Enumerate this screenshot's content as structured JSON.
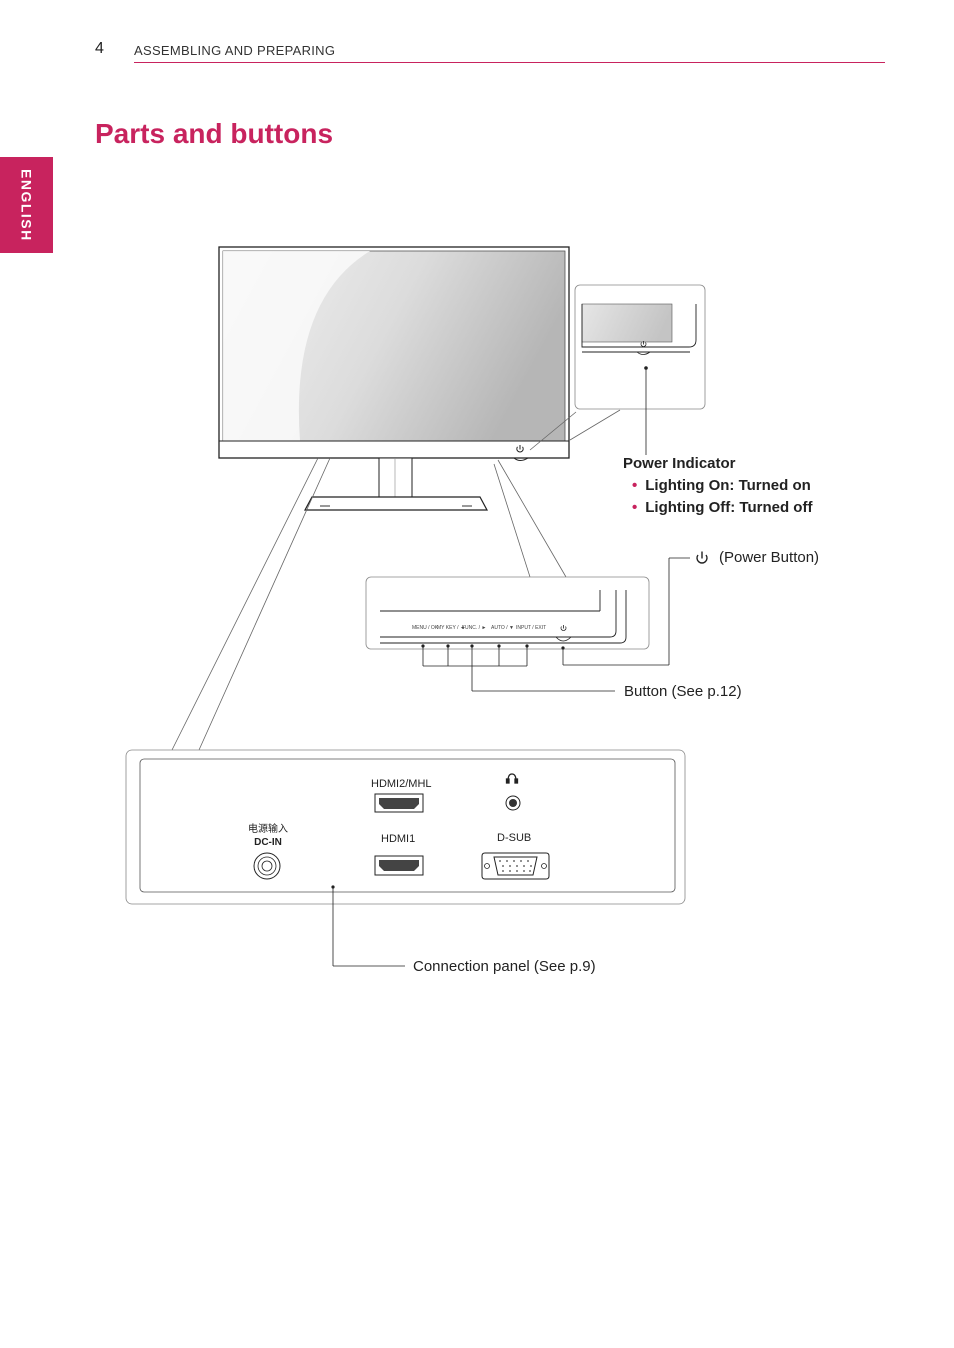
{
  "header": {
    "page_number": "4",
    "section_title": "ASSEMBLING AND PREPARING",
    "language_tab": "ENGLISH"
  },
  "page_title": "Parts and buttons",
  "power_indicator": {
    "title": "Power Indicator",
    "items": [
      "Lighting On: Turned on",
      "Lighting Off: Turned off"
    ]
  },
  "power_button_label": "(Power Button)",
  "button_label": "Button (See p.12)",
  "connection_panel_label": "Connection panel (See p.9)",
  "control_buttons": [
    "MENU / OK",
    "MY KEY / ◄",
    "FUNC. / ►",
    "AUTO / ▼",
    "INPUT / EXIT"
  ],
  "ports": {
    "hdmi2": "HDMI2/MHL",
    "hdmi1": "HDMI1",
    "dsub": "D-SUB",
    "dc_in_cn": "电源输入",
    "dc_in": "DC-IN"
  },
  "colors": {
    "accent": "#c8235e"
  },
  "icons": [
    "power-icon",
    "headphone-icon"
  ]
}
